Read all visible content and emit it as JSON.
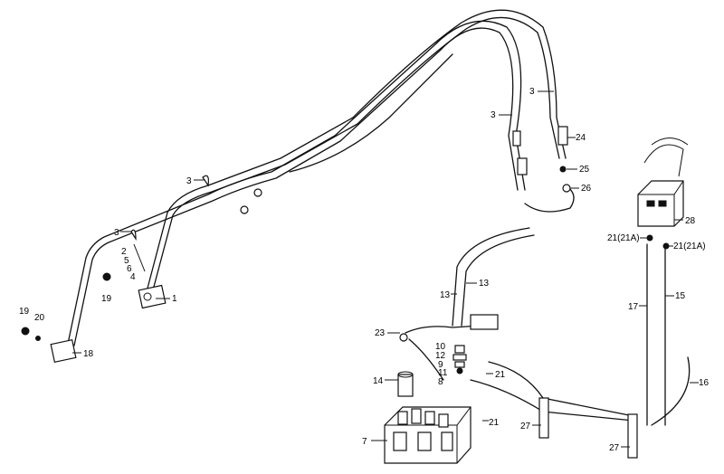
{
  "callouts": {
    "c1": "1",
    "c2": "2",
    "c3a": "3",
    "c3b": "3",
    "c3c": "3",
    "c3d": "3",
    "c4": "4",
    "c5": "5",
    "c6": "6",
    "c7": "7",
    "c8": "8",
    "c9": "9",
    "c10": "10",
    "c11": "11",
    "c12": "12",
    "c13a": "13",
    "c13b": "13",
    "c14": "14",
    "c15": "15",
    "c16": "16",
    "c17": "17",
    "c18": "18",
    "c19a": "19",
    "c19b": "19",
    "c20": "20",
    "c21a": "21",
    "c21b": "21",
    "c21A1": "21(21A)",
    "c21A2": "21(21A)",
    "c23": "23",
    "c24": "24",
    "c25": "25",
    "c26": "26",
    "c27a": "27",
    "c27b": "27",
    "c28": "28"
  }
}
